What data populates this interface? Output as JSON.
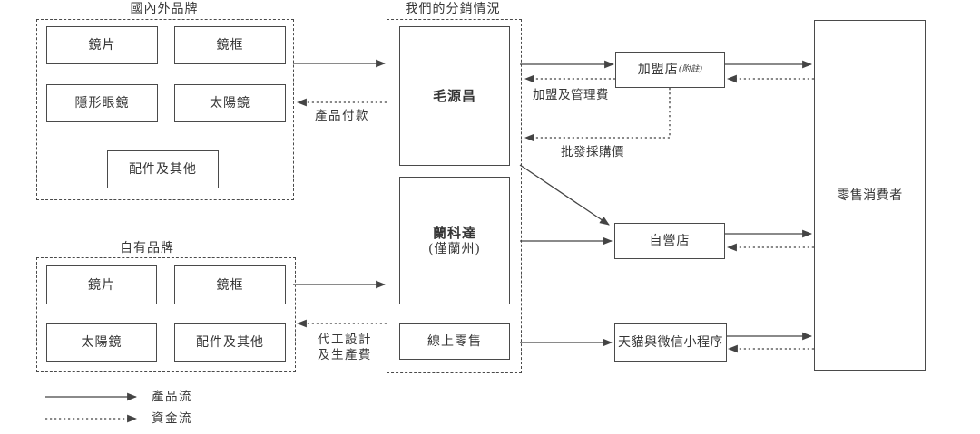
{
  "colors": {
    "line": "#4a4a4a",
    "text": "#363636",
    "background": "#ffffff"
  },
  "groups": {
    "brands_top": {
      "title": "國內外品牌",
      "lens": "鏡片",
      "frames": "鏡框",
      "contact_lenses": "隱形眼鏡",
      "sunglasses": "太陽鏡",
      "accessories": "配件及其他"
    },
    "brands_own": {
      "title": "自有品牌",
      "lens": "鏡片",
      "frames": "鏡框",
      "sunglasses": "太陽鏡",
      "accessories": "配件及其他"
    },
    "distribution": {
      "title": "我們的分銷情況",
      "brand_maoyuanchang": "毛源昌",
      "brand_lankeda": "蘭科達",
      "brand_lankeda_note": "(僅蘭州)",
      "online_retail": "線上零售"
    }
  },
  "channels": {
    "franchise": "加盟店",
    "franchise_note": "(附註)",
    "self_operated": "自營店",
    "ecommerce": "天貓與微信小程序"
  },
  "consumer": "零售消費者",
  "flow_labels": {
    "product_payment": "產品付款",
    "franchise_management_fee": "加盟及管理費",
    "wholesale_purchase_price": "批發採購價",
    "oem_fee_line1": "代工設計",
    "oem_fee_line2": "及生產費"
  },
  "legend": {
    "product_flow": "產品流",
    "fund_flow": "資金流"
  }
}
